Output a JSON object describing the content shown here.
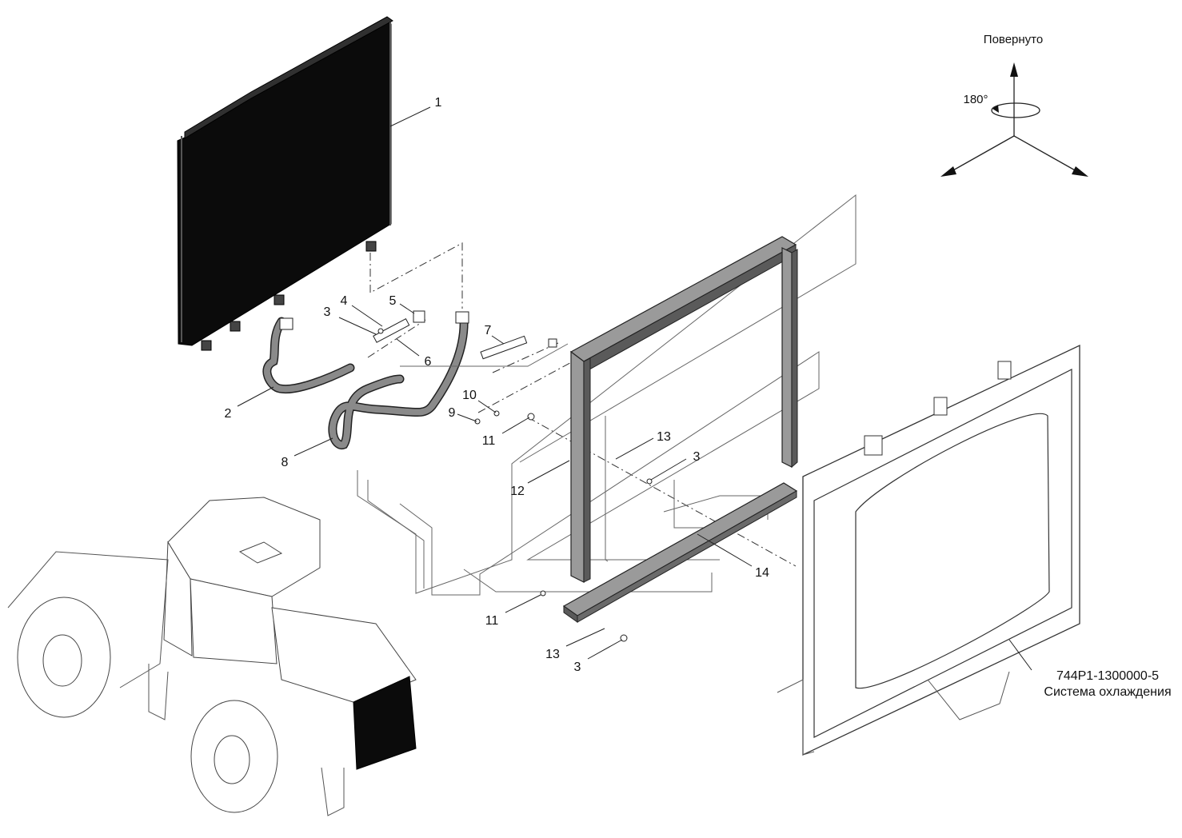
{
  "orientation": {
    "caption": "Повернуто",
    "angle": "180°"
  },
  "callouts": {
    "c1": "1",
    "c2": "2",
    "c3a": "3",
    "c4": "4",
    "c5": "5",
    "c6": "6",
    "c7": "7",
    "c8": "8",
    "c9": "9",
    "c10": "10",
    "c11a": "11",
    "c12": "12",
    "c13a": "13",
    "c3b": "3",
    "c14": "14",
    "c11b": "11",
    "c13b": "13",
    "c3c": "3"
  },
  "reference": {
    "code": "744Р1-1300000-5",
    "name": "Система охлаждения"
  },
  "colors": {
    "radiator_fill": "#0b0b0b",
    "hose_fill": "#8a8a8a",
    "frame_fill": "#9a9a9a",
    "line": "#222222"
  }
}
